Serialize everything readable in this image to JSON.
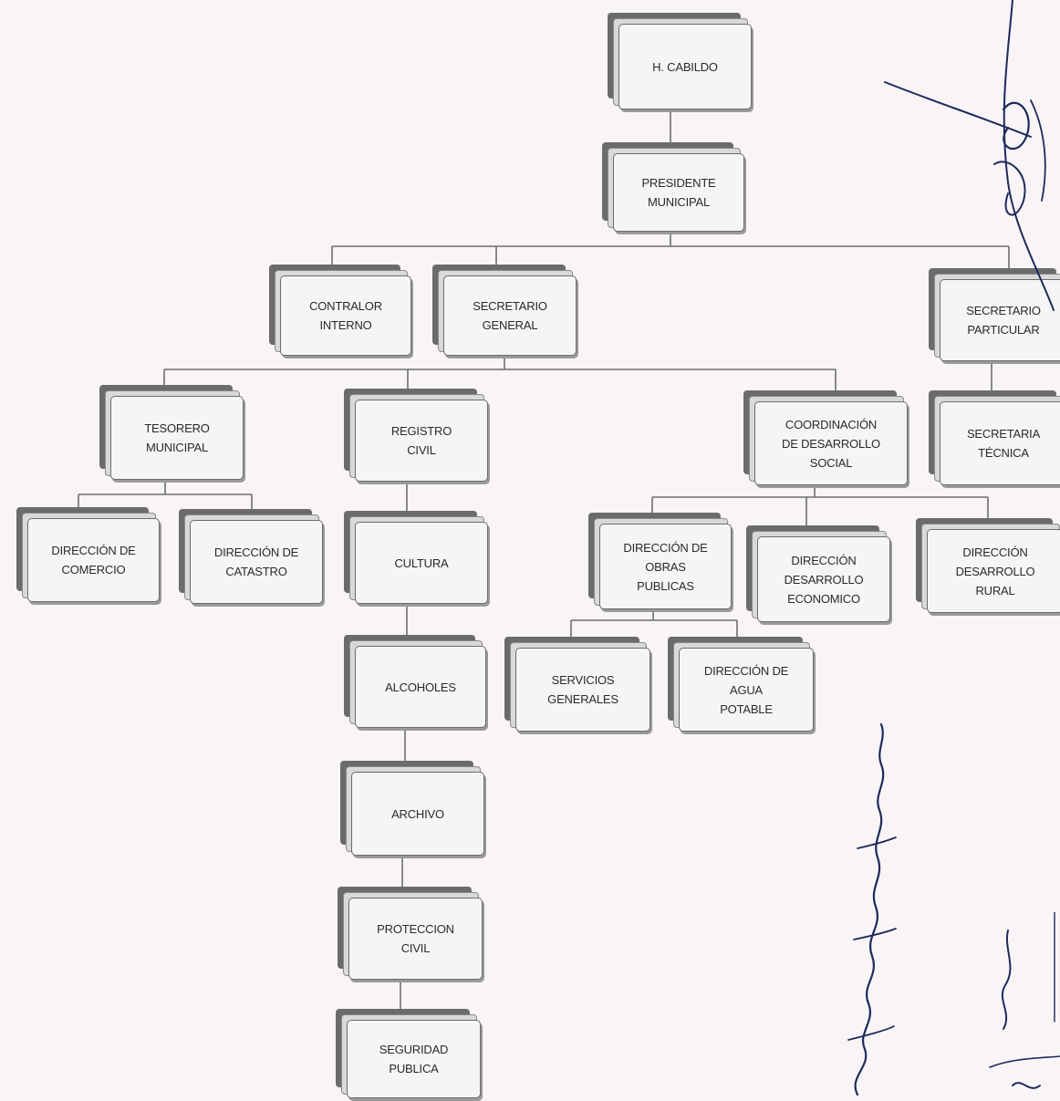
{
  "org_chart": {
    "nodes": [
      {
        "id": "cabildo",
        "label": "H. CABILDO"
      },
      {
        "id": "presidente",
        "label": "PRESIDENTE\nMUNICIPAL"
      },
      {
        "id": "contralor",
        "label": "CONTRALOR\nINTERNO"
      },
      {
        "id": "secretario_general",
        "label": "SECRETARIO\nGENERAL"
      },
      {
        "id": "secretario_particular",
        "label": "SECRETARIO\nPARTICULAR"
      },
      {
        "id": "tesorero",
        "label": "TESORERO\nMUNICIPAL"
      },
      {
        "id": "registro",
        "label": "REGISTRO\nCIVIL"
      },
      {
        "id": "coord_social",
        "label": "COORDINACIÓN\nDE DESARROLLO\nSOCIAL"
      },
      {
        "id": "secretaria_tecnica",
        "label": "SECRETARIA\nTÉCNICA"
      },
      {
        "id": "dir_comercio",
        "label": "DIRECCIÓN DE\nCOMERCIO"
      },
      {
        "id": "dir_catastro",
        "label": "DIRECCIÓN DE\nCATASTRO"
      },
      {
        "id": "cultura",
        "label": "CULTURA"
      },
      {
        "id": "obras",
        "label": "DIRECCIÓN DE\nOBRAS\nPUBLICAS"
      },
      {
        "id": "economico",
        "label": "DIRECCIÓN\nDESARROLLO\nECONOMICO"
      },
      {
        "id": "rural",
        "label": "DIRECCIÓN\nDESARROLLO\nRURAL"
      },
      {
        "id": "alcoholes",
        "label": "ALCOHOLES"
      },
      {
        "id": "servicios",
        "label": "SERVICIOS\nGENERALES"
      },
      {
        "id": "agua",
        "label": "DIRECCIÓN DE\nAGUA\nPOTABLE"
      },
      {
        "id": "archivo",
        "label": "ARCHIVO"
      },
      {
        "id": "proteccion",
        "label": "PROTECCION\nCIVIL"
      },
      {
        "id": "seguridad",
        "label": "SEGURIDAD\nPUBLICA"
      }
    ],
    "edges": [
      {
        "from": "cabildo",
        "to": "presidente"
      },
      {
        "from": "presidente",
        "to": "contralor"
      },
      {
        "from": "presidente",
        "to": "secretario_general"
      },
      {
        "from": "presidente",
        "to": "secretario_particular"
      },
      {
        "from": "secretario_general",
        "to": "tesorero"
      },
      {
        "from": "secretario_general",
        "to": "registro"
      },
      {
        "from": "secretario_general",
        "to": "coord_social"
      },
      {
        "from": "secretario_particular",
        "to": "secretaria_tecnica"
      },
      {
        "from": "tesorero",
        "to": "dir_comercio"
      },
      {
        "from": "tesorero",
        "to": "dir_catastro"
      },
      {
        "from": "registro",
        "to": "cultura"
      },
      {
        "from": "cultura",
        "to": "alcoholes"
      },
      {
        "from": "alcoholes",
        "to": "archivo"
      },
      {
        "from": "archivo",
        "to": "proteccion"
      },
      {
        "from": "proteccion",
        "to": "seguridad"
      },
      {
        "from": "coord_social",
        "to": "obras"
      },
      {
        "from": "coord_social",
        "to": "economico"
      },
      {
        "from": "coord_social",
        "to": "rural"
      },
      {
        "from": "obras",
        "to": "servicios"
      },
      {
        "from": "obras",
        "to": "agua"
      }
    ]
  },
  "signature": {
    "text": "Angel Martinez Velez"
  }
}
